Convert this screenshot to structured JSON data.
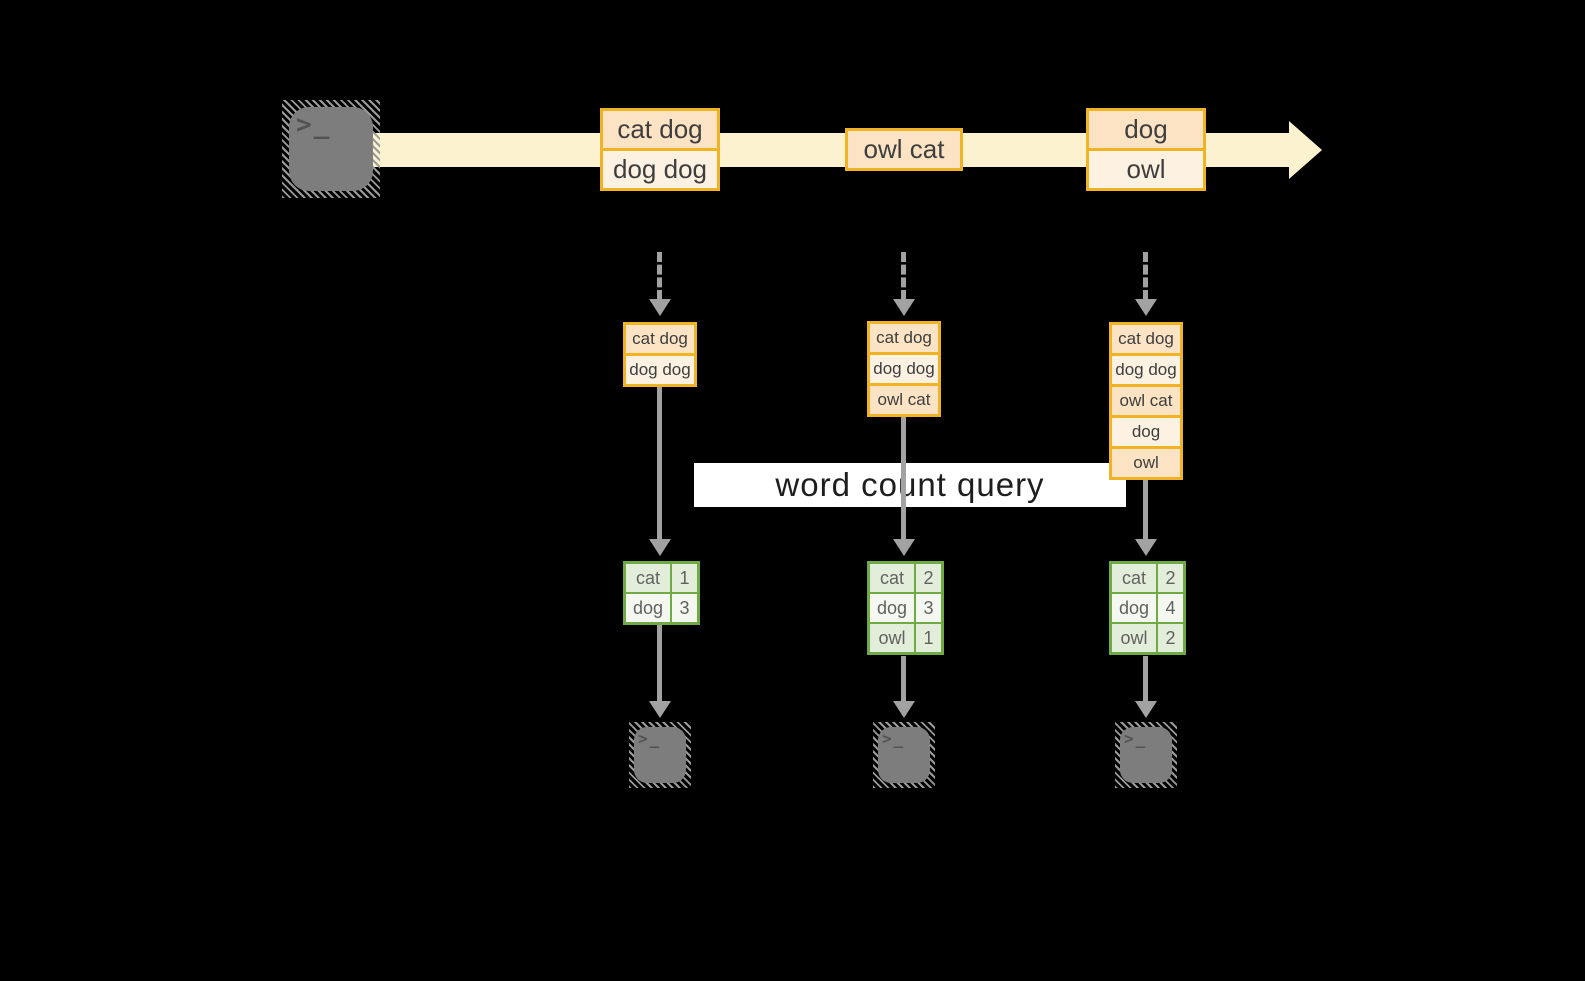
{
  "terminal": {
    "glyph": ">_"
  },
  "query": {
    "label": "word count query"
  },
  "stream_events": [
    {
      "rows": [
        "cat dog",
        "dog dog"
      ]
    },
    {
      "rows": [
        "owl cat"
      ]
    },
    {
      "rows": [
        "dog",
        "owl"
      ]
    }
  ],
  "tasks": [
    {
      "buffer": [
        "cat dog",
        "dog dog"
      ],
      "counts": [
        {
          "word": "cat",
          "count": "1"
        },
        {
          "word": "dog",
          "count": "3"
        }
      ]
    },
    {
      "buffer": [
        "cat dog",
        "dog dog",
        "owl cat"
      ],
      "counts": [
        {
          "word": "cat",
          "count": "2"
        },
        {
          "word": "dog",
          "count": "3"
        },
        {
          "word": "owl",
          "count": "1"
        }
      ]
    },
    {
      "buffer": [
        "cat dog",
        "dog dog",
        "owl cat",
        "dog",
        "owl"
      ],
      "counts": [
        {
          "word": "cat",
          "count": "2"
        },
        {
          "word": "dog",
          "count": "4"
        },
        {
          "word": "owl",
          "count": "2"
        }
      ]
    }
  ],
  "colors": {
    "background": "#000000",
    "stream_band": "#fdf2cf",
    "event_fill_dark": "#fbe3c4",
    "event_fill_light": "#fdf1e2",
    "event_border": "#f0b323",
    "connector_gray": "#a2a2a2",
    "table_border_green": "#6faa45",
    "table_row_tint": "#e2eeda",
    "table_row_light": "#f4f8f0",
    "terminal_gray": "#7d7d7d",
    "query_bg": "#ffffff"
  }
}
